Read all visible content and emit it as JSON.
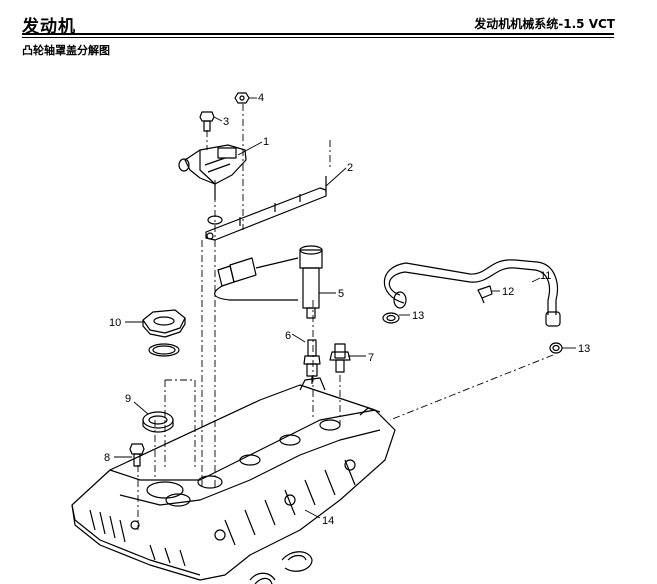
{
  "header": {
    "section": "发动机",
    "chapter": "发动机机械系统-1.5 VCT"
  },
  "subtitle": "凸轮轴罩盖分解图",
  "callouts": [
    "1",
    "2",
    "3",
    "4",
    "5",
    "6",
    "7",
    "8",
    "9",
    "10",
    "11",
    "12",
    "13",
    "13",
    "14"
  ]
}
